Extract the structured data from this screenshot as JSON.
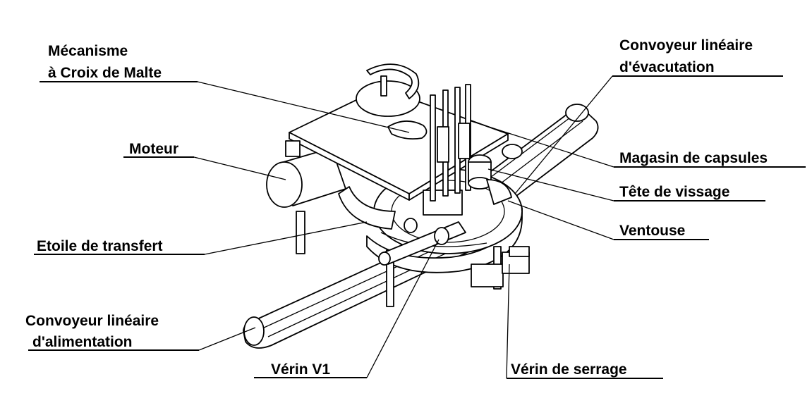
{
  "labels": {
    "mecanisme_l1": "Mécanisme",
    "mecanisme_l2": "à Croix de Malte",
    "moteur": "Moteur",
    "etoile": "Etoile de transfert",
    "conv_alim_l1": "Convoyeur linéaire",
    "conv_alim_l2": "d'alimentation",
    "verin_v1": "Vérin V1",
    "verin_serrage": "Vérin de serrage",
    "conv_evac_l1": "Convoyeur linéaire",
    "conv_evac_l2": "d'évacutation",
    "magasin": "Magasin de capsules",
    "tete": "Tête de vissage",
    "ventouse": "Ventouse"
  },
  "colors": {
    "ink": "#000000",
    "background": "#ffffff"
  }
}
